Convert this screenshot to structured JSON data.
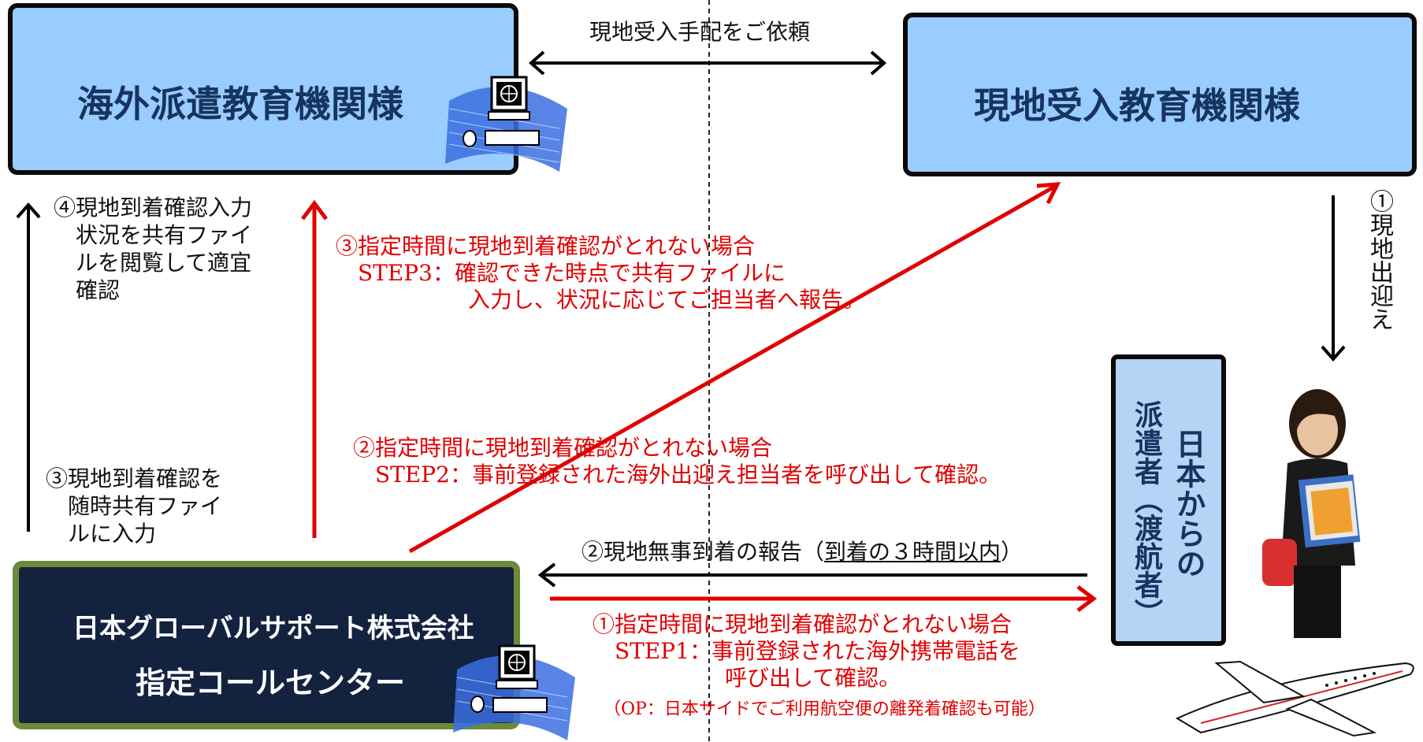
{
  "boxes": {
    "overseas_dispatch": "海外派遣教育機関様",
    "local_receiving": "現地受入教育機関様",
    "call_center_line1": "日本グローバルサポート株式会社",
    "call_center_line2": "指定コールセンター",
    "traveler_col1": "日本からの",
    "traveler_col2": "派遣者（渡航者）"
  },
  "labels": {
    "request_local": "現地受入手配をご依頼",
    "pickup": "①現地出迎え",
    "step4": "④現地到着確認入力\n　状況を共有ファイ\n　ルを閲覧して適宜\n　確認",
    "step3_left": "③現地到着確認を\n　随時共有ファイ\n　ルに入力",
    "step3_red": "③指定時間に現地到着確認がとれない場合\n　STEP3：確認できた時点で共有ファイルに\n　　　　　　入力し、状況に応じてご担当者へ報告。",
    "step2_red": "②指定時間に現地到着確認がとれない場合\n　STEP2：事前登録された海外出迎え担当者を呼び出して確認。",
    "report_prefix": "②現地無事到着の報告（",
    "report_underlined": "到着の３時間以内",
    "report_suffix": "）",
    "step1_red": "①指定時間に現地到着確認がとれない場合\n　STEP1：事前登録された海外携帯電話を\n　　　　　　呼び出して確認。",
    "op_note": "（OP：日本サイドでご利用航空便の離発着確認も可能）"
  },
  "colors": {
    "light_box": "#99ccff",
    "dark_box": "#13223f",
    "dark_box_border": "#6b8a3a",
    "red": "#e00000",
    "traveler_box": "#b3d4f5"
  }
}
